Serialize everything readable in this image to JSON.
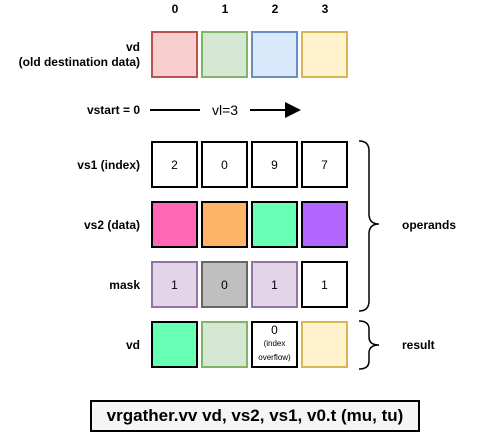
{
  "indices": [
    "0",
    "1",
    "2",
    "3"
  ],
  "rows": {
    "vd_old": {
      "label_line1": "vd",
      "label_line2": "(old destination data)"
    },
    "vstart": {
      "label": "vstart = 0",
      "vl_label": "vl=3"
    },
    "vs1": {
      "label": "vs1 (index)",
      "values": [
        "2",
        "0",
        "9",
        "7"
      ]
    },
    "vs2": {
      "label": "vs2 (data)",
      "colors": [
        "#ff66b3",
        "#ffb366",
        "#66ffb3",
        "#b266ff"
      ]
    },
    "mask": {
      "label": "mask",
      "values": [
        "1",
        "0",
        "1",
        "1"
      ],
      "colors": [
        "#e1d5e7",
        "#bfbfbf",
        "#e1d5e7",
        "#ffffff"
      ]
    },
    "vd_result": {
      "label": "vd",
      "colors": [
        "#66ffb3",
        "#d5e8d4",
        "#ffffff",
        "#fff2cc"
      ],
      "cell2_value": "0",
      "cell2_note_line1": "(index",
      "cell2_note_line2": "overflow)"
    }
  },
  "braces": {
    "operands_label": "operands",
    "result_label": "result"
  },
  "caption": "vrgather.vv vd, vs2, vs1, v0.t (mu, tu)"
}
